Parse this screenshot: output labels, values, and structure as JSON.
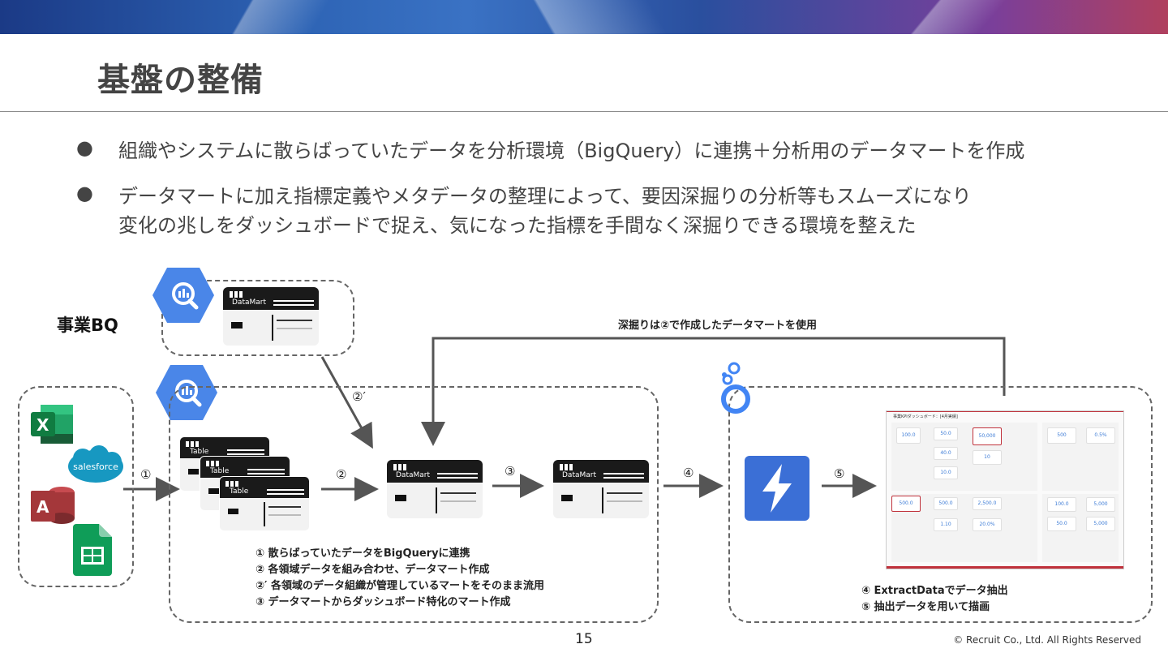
{
  "header": {
    "title": "基盤の整備"
  },
  "bullets": [
    {
      "dot": "●",
      "lines": [
        "組織やシステムに散らばっていたデータを分析環境（BigQuery）に連携＋分析用のデータマートを作成"
      ]
    },
    {
      "dot": "●",
      "lines": [
        "データマートに加え指標定義やメタデータの整理によって、要因深掘りの分析等もスムーズになり",
        "変化の兆しをダッシュボードで捉え、気になった指標を手間なく深掘りできる環境を整えた"
      ]
    }
  ],
  "diagram": {
    "business_bq_label": "事業BQ",
    "datamart_label": "DataMart",
    "table_label": "Table",
    "drilldown_caption": "深掘りは②で作成したデータマートを使用",
    "steps": {
      "s1": "①",
      "s2": "②",
      "s2p": "②′",
      "s3": "③",
      "s4": "④",
      "s5": "⑤"
    },
    "sources": [
      "excel-icon",
      "salesforce-icon",
      "access-icon",
      "sheets-icon"
    ],
    "salesforce_text": "salesforce",
    "bq_notes": [
      "① 散らばっていたデータをBigQueryに連携",
      "② 各領域データを組み合わせ、データマート作成",
      "②′ 各領域のデータ組織が管理しているマートをそのまま流用",
      "③ データマートからダッシュボード特化のマート作成"
    ],
    "viz_notes": [
      "④ ExtractDataでデータ抽出",
      "⑤ 抽出データを用いて描画"
    ],
    "dashboard_title": "事業KPIダッシュボード：[4月実績]",
    "dashboard_values": [
      "100.0",
      "50.0",
      "40.0",
      "10.0",
      "50,000",
      "10",
      "500.0",
      "500.0",
      "1.10",
      "2,500.0",
      "20.0%",
      "500",
      "0.5%",
      "100.0",
      "5,000",
      "50.0",
      "5,000"
    ]
  },
  "footer": {
    "page": "15",
    "copyright": "© Recruit Co., Ltd. All Rights Reserved"
  },
  "colors": {
    "bq_blue": "#4a86e8",
    "excel_green": "#1e7145",
    "salesforce_blue": "#1798c1",
    "access_red": "#a4373a",
    "sheets_green": "#0f9d58",
    "looker_blue": "#4285f4",
    "extract_blue": "#3b6fd6"
  }
}
